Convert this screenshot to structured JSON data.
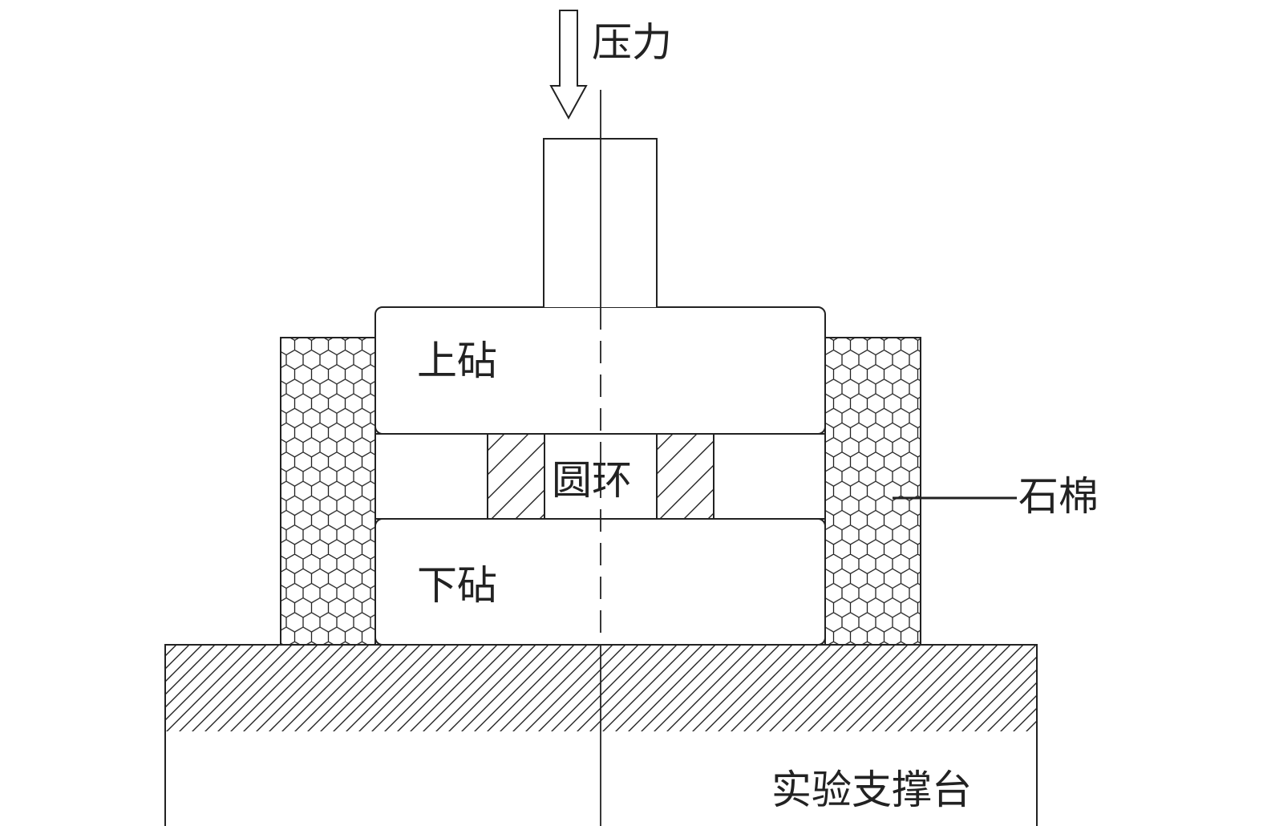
{
  "labels": {
    "force": "压力",
    "upper_anvil": "上砧",
    "ring": "圆环",
    "lower_anvil": "下砧",
    "asbestos": "石棉",
    "support_table": "实验支撑台"
  },
  "colors": {
    "line": "#222222",
    "background": "#ffffff"
  }
}
